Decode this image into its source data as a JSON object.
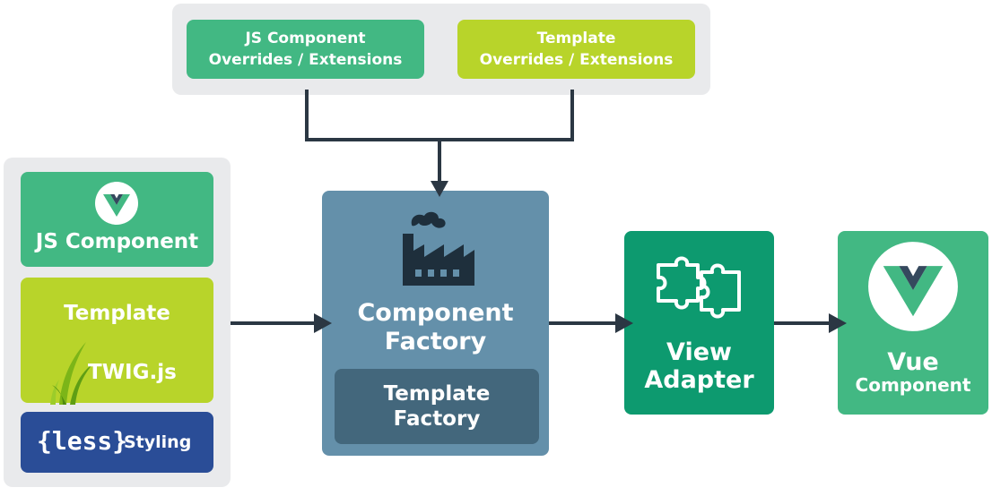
{
  "overrides": {
    "js": {
      "line1": "JS Component",
      "line2": "Overrides / Extensions"
    },
    "template": {
      "line1": "Template",
      "line2": "Overrides / Extensions"
    }
  },
  "sources": {
    "js_component": "JS Component",
    "template": "Template",
    "twig": "TWIG.js",
    "less_logo": "{less}",
    "styling": "Styling"
  },
  "component_factory": {
    "line1": "Component",
    "line2": "Factory",
    "inner": {
      "line1": "Template",
      "line2": "Factory"
    }
  },
  "view_adapter": {
    "line1": "View",
    "line2": "Adapter"
  },
  "vue_component": {
    "line1": "Vue",
    "line2": "Component"
  },
  "colors": {
    "vue_green": "#42b883",
    "lime": "#b8d42a",
    "teal": "#0d9a6f",
    "steel": "#6490aa",
    "steel_dark": "#43677c",
    "less_blue": "#2a4d97",
    "connector": "#2b3743",
    "panel": "#e9eaec"
  },
  "icons": [
    "vue-logo-icon",
    "factory-icon",
    "puzzle-icon",
    "grass-icon"
  ]
}
